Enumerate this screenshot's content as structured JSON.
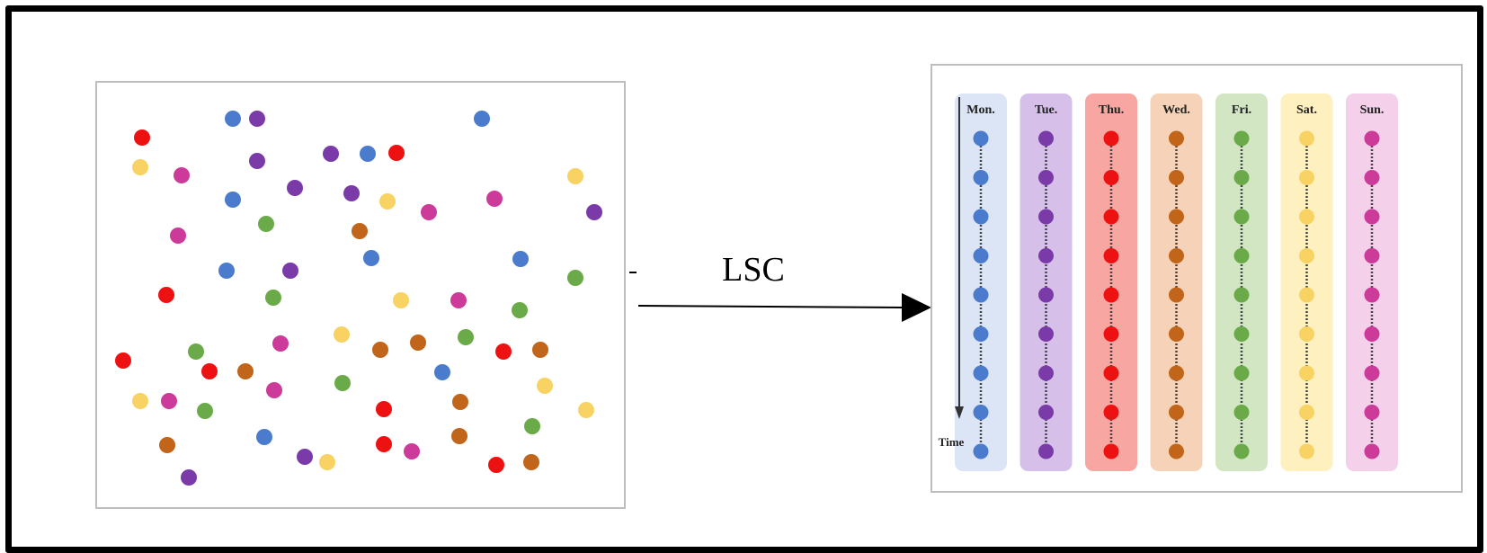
{
  "arrow_label": "LSC",
  "time_label": "Time",
  "colors": {
    "blue": "#4a7bcc",
    "purple": "#7a3aa8",
    "red": "#ee1111",
    "brown": "#c0651a",
    "green": "#6aaa48",
    "yellow": "#f8d262",
    "magenta": "#cc3a9a"
  },
  "columns": [
    {
      "label": "Mon.",
      "color": "blue",
      "bg": "#dbe5f6"
    },
    {
      "label": "Tue.",
      "color": "purple",
      "bg": "#d6c0ea"
    },
    {
      "label": "Thu.",
      "color": "red",
      "bg": "#f7a6a2"
    },
    {
      "label": "Wed.",
      "color": "brown",
      "bg": "#f6d3b8"
    },
    {
      "label": "Fri.",
      "color": "green",
      "bg": "#d2e6c4"
    },
    {
      "label": "Sat.",
      "color": "yellow",
      "bg": "#fff0c0"
    },
    {
      "label": "Sun.",
      "color": "magenta",
      "bg": "#f4d0ea"
    }
  ],
  "nodes_per_column": 9
}
